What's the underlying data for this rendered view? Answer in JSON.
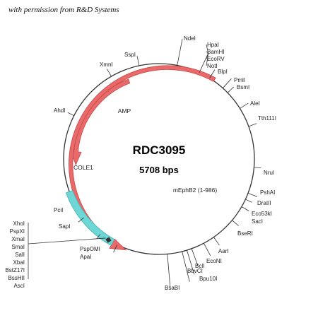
{
  "header": {
    "permission": "with permission from R&D Systems"
  },
  "plasmid": {
    "name": "RDC3095",
    "size": "5708 bps",
    "colors": {
      "backbone": "#333333",
      "arrow_fill": "#e86a6a",
      "arrow_stroke": "#c94646",
      "cole1_fill": "#6fd6d6",
      "cole1_stroke": "#3fb4b4"
    },
    "features": [
      {
        "id": "amp",
        "label": "AMP",
        "kind": "arrow-ccw"
      },
      {
        "id": "mephb2",
        "label": "mEphB2 (1-986)",
        "kind": "arrow-ccw"
      },
      {
        "id": "cole1",
        "label": "COLE1",
        "kind": "box"
      }
    ],
    "sites": [
      {
        "id": "ndei",
        "label": "NdeI"
      },
      {
        "id": "hpai",
        "label": "HpaI"
      },
      {
        "id": "bamhi",
        "label": "BamHI"
      },
      {
        "id": "ecorv",
        "label": "EcoRV"
      },
      {
        "id": "noti",
        "label": "NotI"
      },
      {
        "id": "blpi",
        "label": "BlpI"
      },
      {
        "id": "pmli",
        "label": "PmlI"
      },
      {
        "id": "bsmi",
        "label": "BsmI"
      },
      {
        "id": "alei",
        "label": "AleI"
      },
      {
        "id": "tth111i",
        "label": "Tth111I"
      },
      {
        "id": "nrui",
        "label": "NruI"
      },
      {
        "id": "pshai",
        "label": "PshAI"
      },
      {
        "id": "draiii",
        "label": "DraIII"
      },
      {
        "id": "eco53ki",
        "label": "Eco53kI"
      },
      {
        "id": "saci",
        "label": "SacI"
      },
      {
        "id": "bseri",
        "label": "BseRI"
      },
      {
        "id": "aari",
        "label": "AarI"
      },
      {
        "id": "econi",
        "label": "EcoNI"
      },
      {
        "id": "bcli",
        "label": "BclI"
      },
      {
        "id": "bbvci",
        "label": "BbvCI"
      },
      {
        "id": "bpu10i",
        "label": "Bpu10I"
      },
      {
        "id": "bsabi",
        "label": "BsaBI"
      },
      {
        "id": "pspomi",
        "label": "PspOMI"
      },
      {
        "id": "apai",
        "label": "ApaI"
      },
      {
        "id": "sapi",
        "label": "SapI"
      },
      {
        "id": "pcii",
        "label": "PciI"
      },
      {
        "id": "ahdi",
        "label": "AhdI"
      },
      {
        "id": "xmni",
        "label": "XmnI"
      },
      {
        "id": "sspi",
        "label": "SspI"
      },
      {
        "id": "xhoi",
        "label": "XhoI"
      },
      {
        "id": "pspxi",
        "label": "PspXI"
      },
      {
        "id": "xmai",
        "label": "XmaI"
      },
      {
        "id": "smai",
        "label": "SmaI"
      },
      {
        "id": "sali",
        "label": "SalI"
      },
      {
        "id": "xbai",
        "label": "XbaI"
      },
      {
        "id": "bstz17i",
        "label": "BstZ17I"
      },
      {
        "id": "bsshii",
        "label": "BssHII"
      },
      {
        "id": "asci",
        "label": "AscI"
      }
    ]
  }
}
